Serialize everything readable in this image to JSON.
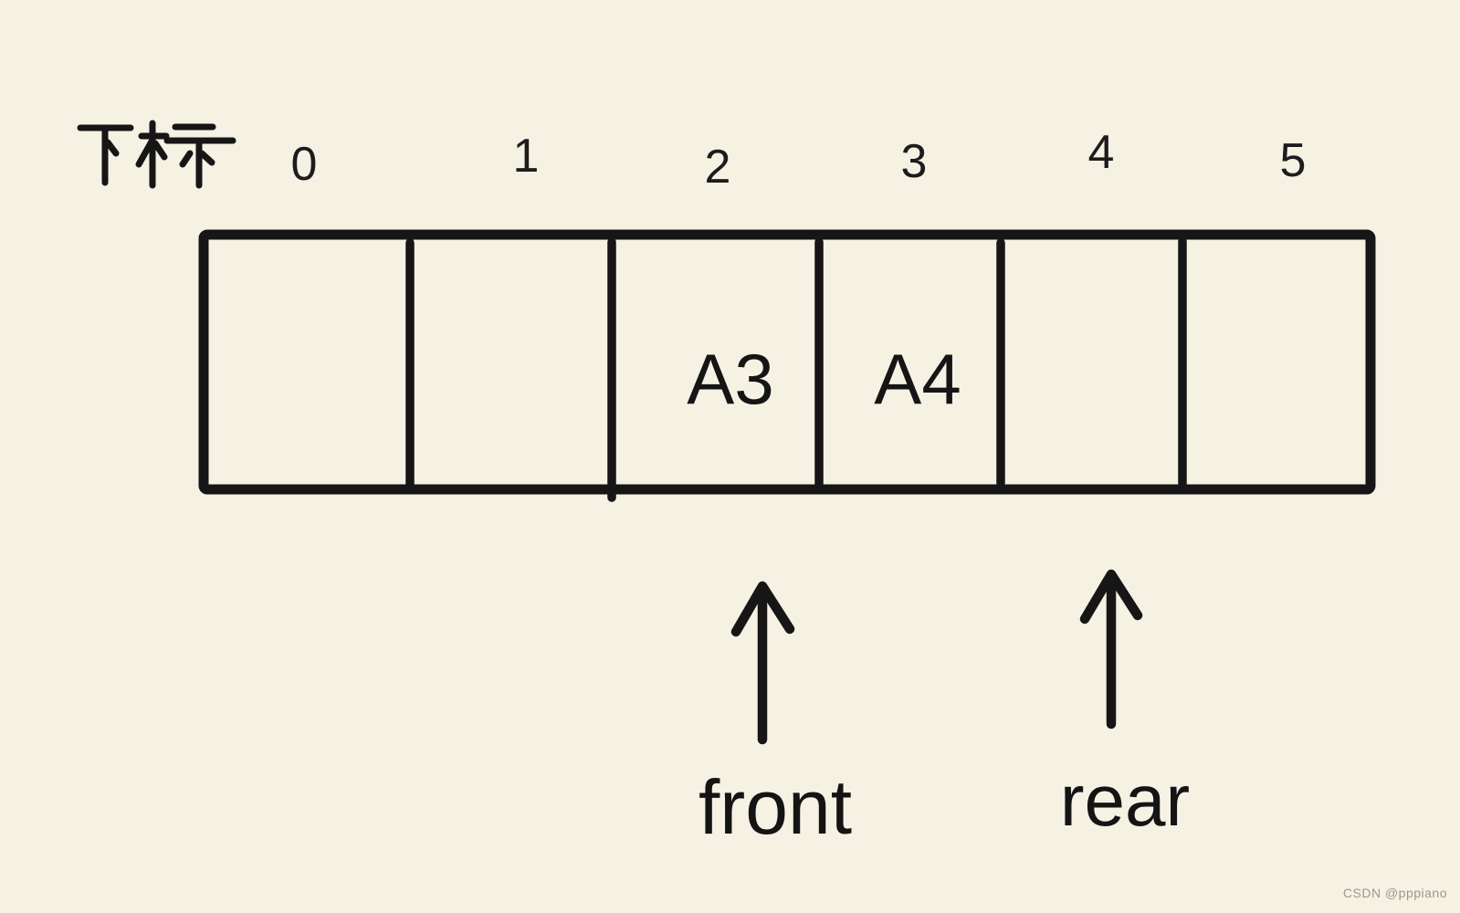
{
  "colors": {
    "background": "#f5f2e4",
    "ink": "#161616",
    "watermark_text": "#9b978c"
  },
  "index_label": {
    "text": "下标"
  },
  "array": {
    "cells": [
      {
        "index": "0",
        "value": ""
      },
      {
        "index": "1",
        "value": ""
      },
      {
        "index": "2",
        "value": "A3"
      },
      {
        "index": "3",
        "value": "A4"
      },
      {
        "index": "4",
        "value": ""
      },
      {
        "index": "5",
        "value": ""
      }
    ]
  },
  "pointers": [
    {
      "label": "front",
      "points_to_index": "2"
    },
    {
      "label": "rear",
      "points_to_index": "4"
    }
  ],
  "watermark": {
    "text": "CSDN @pppiano"
  }
}
